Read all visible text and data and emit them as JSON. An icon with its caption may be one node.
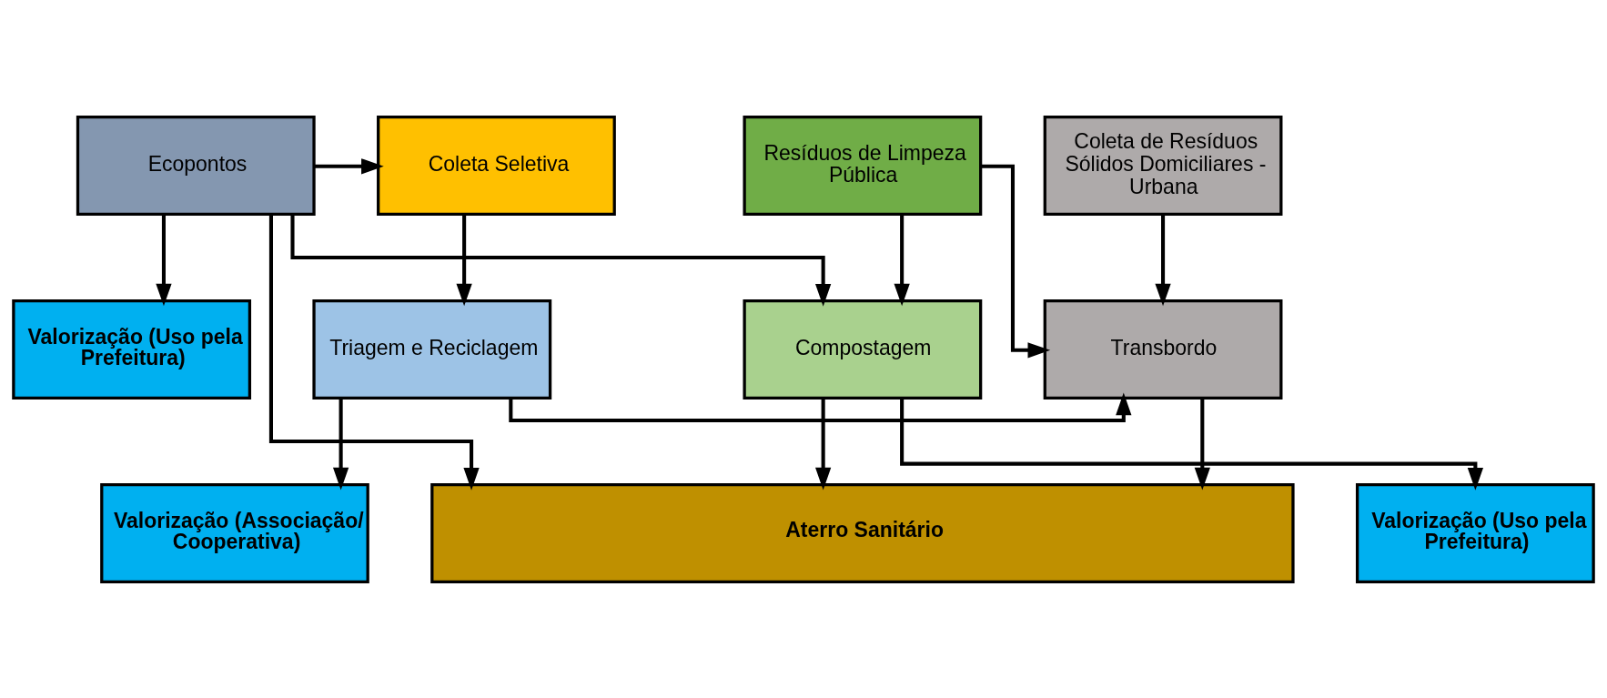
{
  "diagram": {
    "nodes": [
      {
        "text": [
          "Coleta Seletiva"
        ]
      },
      {
        "text": [
          "Coleta de Resíduos Sólidos Domiciliares - Urbana"
        ]
      },
      {
        "text": [
          "Resíduos de Limpeza Pública"
        ]
      },
      {
        "text": [
          "Ecopontos"
        ]
      },
      {
        "text": [
          "Triagem e Reciclagem"
        ]
      },
      {
        "text": [
          "Transbordo"
        ]
      },
      {
        "text": [
          "Compostagem"
        ]
      },
      {
        "text": [
          "Valorização (Uso pela Prefeitura)"
        ]
      },
      {
        "text": [
          "Valorização (Uso pela Prefeitura)"
        ]
      },
      {
        "text": [
          "Valorização (Associação/ Cooperativa)"
        ]
      },
      {
        "text": [
          "Aterro Sanitário"
        ]
      }
    ],
    "edges": [
      {
        "from": 3,
        "to": 0,
        "arrow": "to"
      },
      {
        "from": 0,
        "to": 4,
        "arrow": "to"
      },
      {
        "from": 1,
        "to": 5,
        "arrow": "to"
      },
      {
        "from": 2,
        "to": 5,
        "arrow": "to"
      },
      {
        "from": 2,
        "to": 6,
        "arrow": "to"
      },
      {
        "from": 4,
        "to": 5,
        "arrow": "to"
      },
      {
        "from": 3,
        "to": 6,
        "arrow": "to"
      },
      {
        "from": 3,
        "to": 7,
        "arrow": "to"
      },
      {
        "from": 6,
        "to": 8,
        "arrow": "to"
      },
      {
        "from": 4,
        "to": 9,
        "arrow": "to"
      },
      {
        "from": 5,
        "to": 10,
        "arrow": "to"
      },
      {
        "from": 6,
        "to": 10,
        "arrow": "to"
      },
      {
        "from": 3,
        "to": 10,
        "arrow": "to"
      }
    ]
  }
}
